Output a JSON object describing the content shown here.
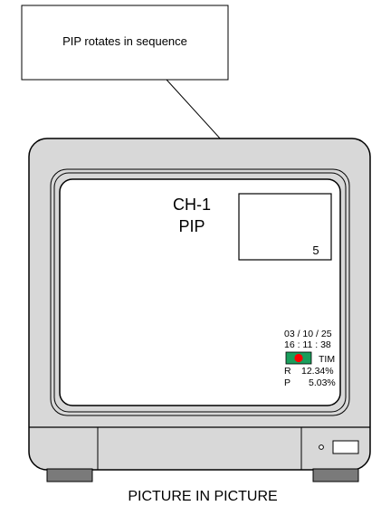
{
  "callout": {
    "text": "PIP rotates in sequence"
  },
  "screen": {
    "channel_label": "CH-1",
    "mode_label": "PIP",
    "pip_channel_number": "5"
  },
  "osd": {
    "date": "03 / 10  / 25",
    "time": "16 : 11 : 38",
    "record_mode": "TIM",
    "record_indicator_color": "#ff0000",
    "record_box_color": "#1a9e5c",
    "r_label": "R",
    "r_value": "12.34%",
    "p_label": "P",
    "p_value": "5.03%"
  },
  "caption": "PICTURE IN PICTURE"
}
